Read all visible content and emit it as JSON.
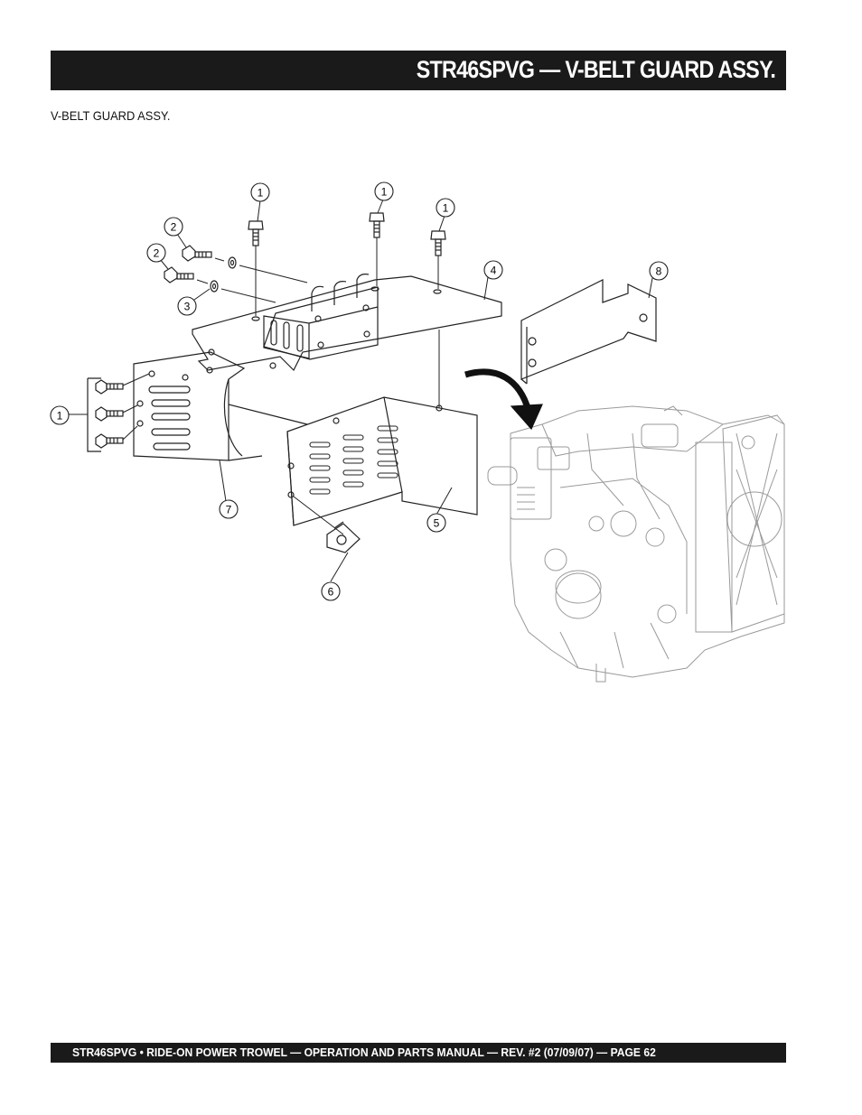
{
  "header": {
    "title": "STR46SPVG — V-BELT GUARD ASSY."
  },
  "subtitle": "V-BELT GUARD ASSY.",
  "callouts": [
    {
      "id": "c1a",
      "label": "1"
    },
    {
      "id": "c1b",
      "label": "1"
    },
    {
      "id": "c1c",
      "label": "1"
    },
    {
      "id": "c2a",
      "label": "2"
    },
    {
      "id": "c2b",
      "label": "2"
    },
    {
      "id": "c3",
      "label": "3"
    },
    {
      "id": "c4",
      "label": "4"
    },
    {
      "id": "c8",
      "label": "8"
    },
    {
      "id": "c1d",
      "label": "1"
    },
    {
      "id": "c7",
      "label": "7"
    },
    {
      "id": "c5",
      "label": "5"
    },
    {
      "id": "c6",
      "label": "6"
    }
  ],
  "footer": {
    "text": "STR46SPVG • RIDE-ON POWER TROWEL — OPERATION AND PARTS MANUAL — REV. #2 (07/09/07) — PAGE 62"
  }
}
